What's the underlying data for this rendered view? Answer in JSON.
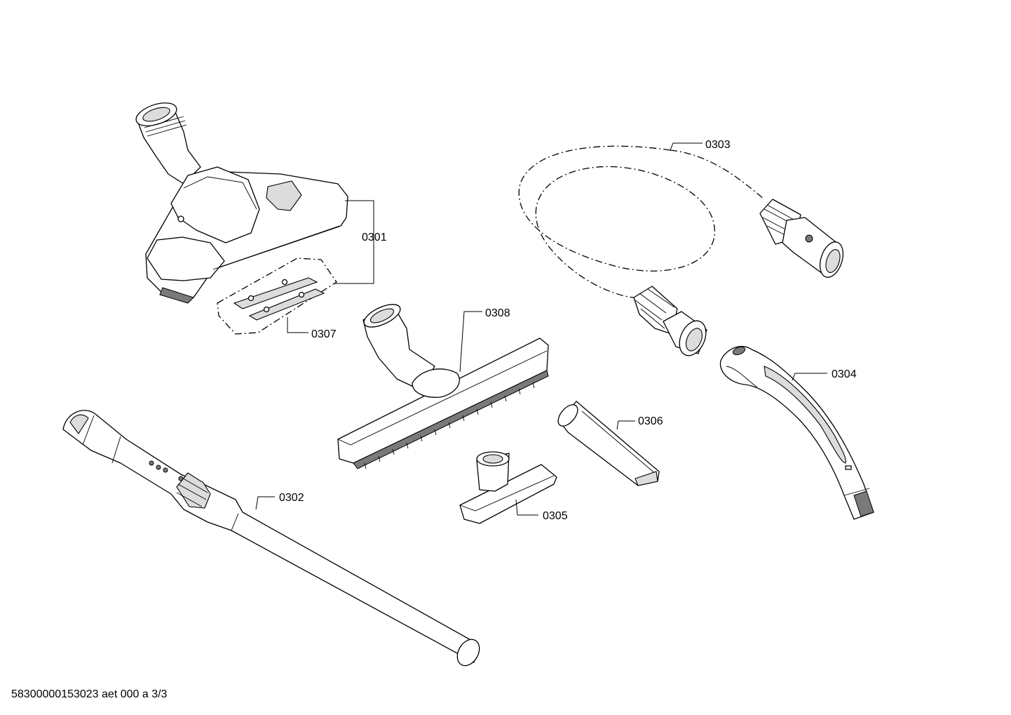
{
  "parts": [
    {
      "id": "0301",
      "name": "floor-nozzle"
    },
    {
      "id": "0302",
      "name": "telescopic-tube"
    },
    {
      "id": "0303",
      "name": "suction-hose"
    },
    {
      "id": "0304",
      "name": "hose-handle"
    },
    {
      "id": "0305",
      "name": "upholstery-nozzle"
    },
    {
      "id": "0306",
      "name": "crevice-nozzle"
    },
    {
      "id": "0307",
      "name": "nozzle-strips"
    },
    {
      "id": "0308",
      "name": "parquet-nozzle"
    }
  ],
  "footer": {
    "code": "58300000153023 aet 000 a 3/3"
  }
}
